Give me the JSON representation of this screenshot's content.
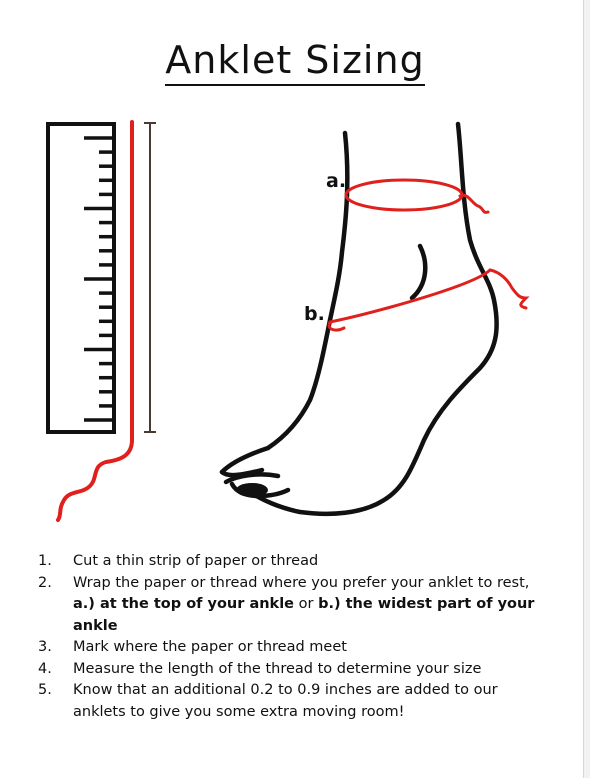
{
  "title": "Anklet Sizing",
  "labels": {
    "a": "a.",
    "b": "b."
  },
  "steps": [
    {
      "num": "1.",
      "text": "Cut a thin strip of paper or thread"
    },
    {
      "num": "2.",
      "text": "Wrap the paper or thread where you prefer your anklet to rest,",
      "option_a": "a.) at the top of your ankle",
      "connector": "or",
      "option_b": "b.) the widest part of your ankle"
    },
    {
      "num": "3.",
      "text": "Mark where the paper or thread meet"
    },
    {
      "num": "4.",
      "text": "Measure the length of the thread to determine your size"
    },
    {
      "num": "5.",
      "text": "Know that an additional 0.2 to 0.9 inches are added to our",
      "text2": "anklets to give you some extra moving room!"
    }
  ],
  "icons": [
    "ruler-icon",
    "thread-icon",
    "length-bracket-icon",
    "foot-icon",
    "ankle-top-thread-icon",
    "ankle-widest-thread-icon"
  ],
  "colors": {
    "ink": "#111111",
    "thread": "#e0201c",
    "bracket": "#4a3a32"
  }
}
